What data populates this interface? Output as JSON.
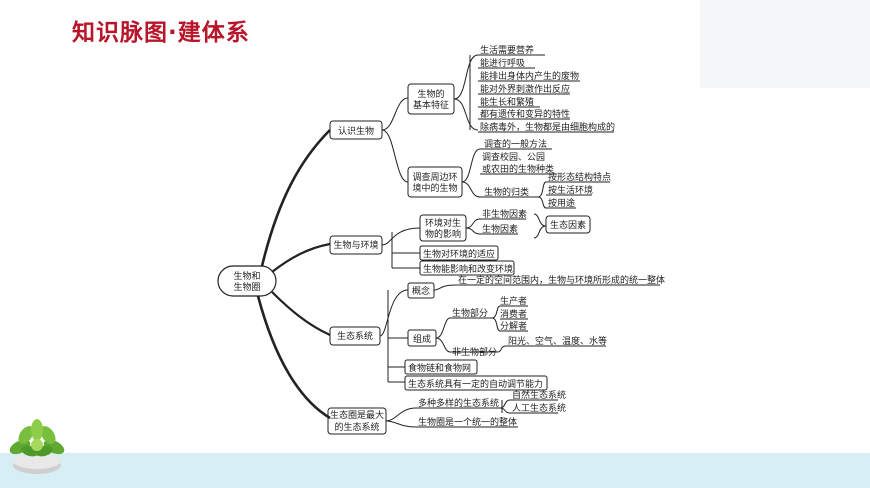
{
  "header": {
    "title": "知识脉图·建体系"
  },
  "root": {
    "line1": "生物和",
    "line2": "生物圈"
  },
  "branch1": {
    "label": "认识生物",
    "features_line1": "生物的",
    "features_line2": "基本特征",
    "features": [
      "生活需要营养",
      "能进行呼吸",
      "能排出身体内产生的废物",
      "能对外界刺激作出反应",
      "能生长和繁殖",
      "都有遗传和变异的特性",
      "除病毒外，生物都是由细胞构成的"
    ],
    "survey_line1": "调查周边环",
    "survey_line2": "境中的生物",
    "survey_method": "调查的一般方法",
    "survey_scope_line1": "调查校园、公园",
    "survey_scope_line2": "或农田的生物种类",
    "classify": "生物的归类",
    "classify_ways": [
      "按形态结构特点",
      "按生活环境",
      "按用途"
    ]
  },
  "branch2": {
    "label": "生物与环境",
    "effect_line1": "环境对生",
    "effect_line2": "物的影响",
    "factors": [
      "非生物因素",
      "生物因素"
    ],
    "eco_factor": "生态因素",
    "adapt": "生物对环境的适应",
    "influence": "生物能影响和改变环境"
  },
  "branch3": {
    "label": "生态系统",
    "concept": "概念",
    "concept_text": "在一定的空间范围内，生物与环境所形成的统一整体",
    "composition": "组成",
    "biotic": "生物部分",
    "biotic_items": [
      "生产者",
      "消费者",
      "分解者"
    ],
    "abiotic": "非生物部分",
    "abiotic_items": "阳光、空气、温度、水等",
    "food_chain": "食物链和食物网",
    "self_regulate": "生态系统具有一定的自动调节能力"
  },
  "branch4": {
    "label_line1": "生态圈是最大",
    "label_line2": "的生态系统",
    "diverse": "多种多样的生态系统",
    "types": [
      "自然生态系统",
      "人工生态系统"
    ],
    "whole": "生物圈是一个统一的整体"
  },
  "colors": {
    "title": "#b8142a",
    "footer": "#d7eef4",
    "line": "#222222"
  }
}
